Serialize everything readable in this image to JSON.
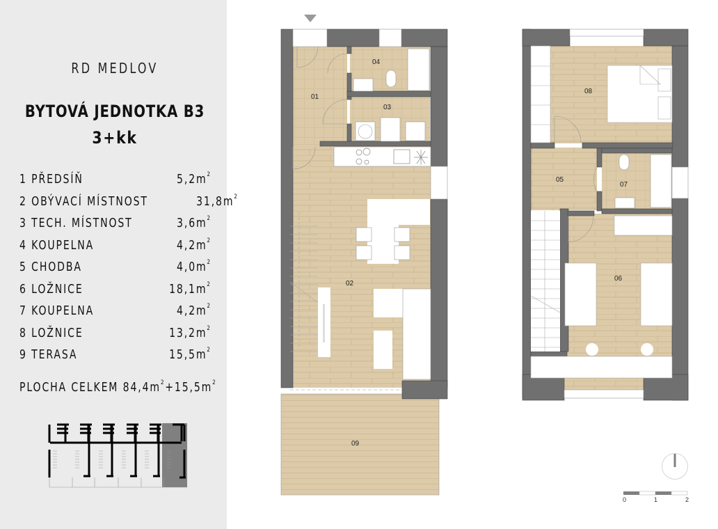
{
  "project": "RD MEDLOV",
  "unit": {
    "title": "BYTOVÁ JEDNOTKA B3",
    "type": "3+kk"
  },
  "rooms": [
    {
      "no": "1",
      "name": "PŘEDSÍŇ",
      "area": "5,2m",
      "unit_sup": "2"
    },
    {
      "no": "2",
      "name": "OBÝVACÍ MÍSTNOST",
      "area": "31,8m",
      "unit_sup": "2"
    },
    {
      "no": "3",
      "name": "TECH. MÍSTNOST",
      "area": "3,6m",
      "unit_sup": "2"
    },
    {
      "no": "4",
      "name": "KOUPELNA",
      "area": "4,2m",
      "unit_sup": "2"
    },
    {
      "no": "5",
      "name": "CHODBA",
      "area": "4,0m",
      "unit_sup": "2"
    },
    {
      "no": "6",
      "name": "LOŽNICE",
      "area": "18,1m",
      "unit_sup": "2"
    },
    {
      "no": "7",
      "name": "KOUPELNA",
      "area": "4,2m",
      "unit_sup": "2"
    },
    {
      "no": "8",
      "name": "LOŽNICE",
      "area": "13,2m",
      "unit_sup": "2"
    },
    {
      "no": "9",
      "name": "TERASA",
      "area": "15,5m",
      "unit_sup": "2"
    }
  ],
  "total": {
    "label": "PLOCHA CELKEM",
    "value_a": "84,4m",
    "sep": "+",
    "value_b": "15,5m",
    "unit_sup": "2"
  },
  "ground_floor_labels": {
    "r01": "01",
    "r02": "02",
    "r03": "03",
    "r04": "04",
    "r09": "09"
  },
  "upper_floor_labels": {
    "r05": "05",
    "r06": "06",
    "r07": "07",
    "r08": "08"
  },
  "scale_bar": {
    "ticks": [
      "0",
      "1",
      "2"
    ]
  },
  "colors": {
    "wall": "#707070",
    "floor": "#dccaa8",
    "floor_line": "#c9b58f",
    "panel_bg": "#ebebeb",
    "keyplan_highlight": "#808080"
  }
}
